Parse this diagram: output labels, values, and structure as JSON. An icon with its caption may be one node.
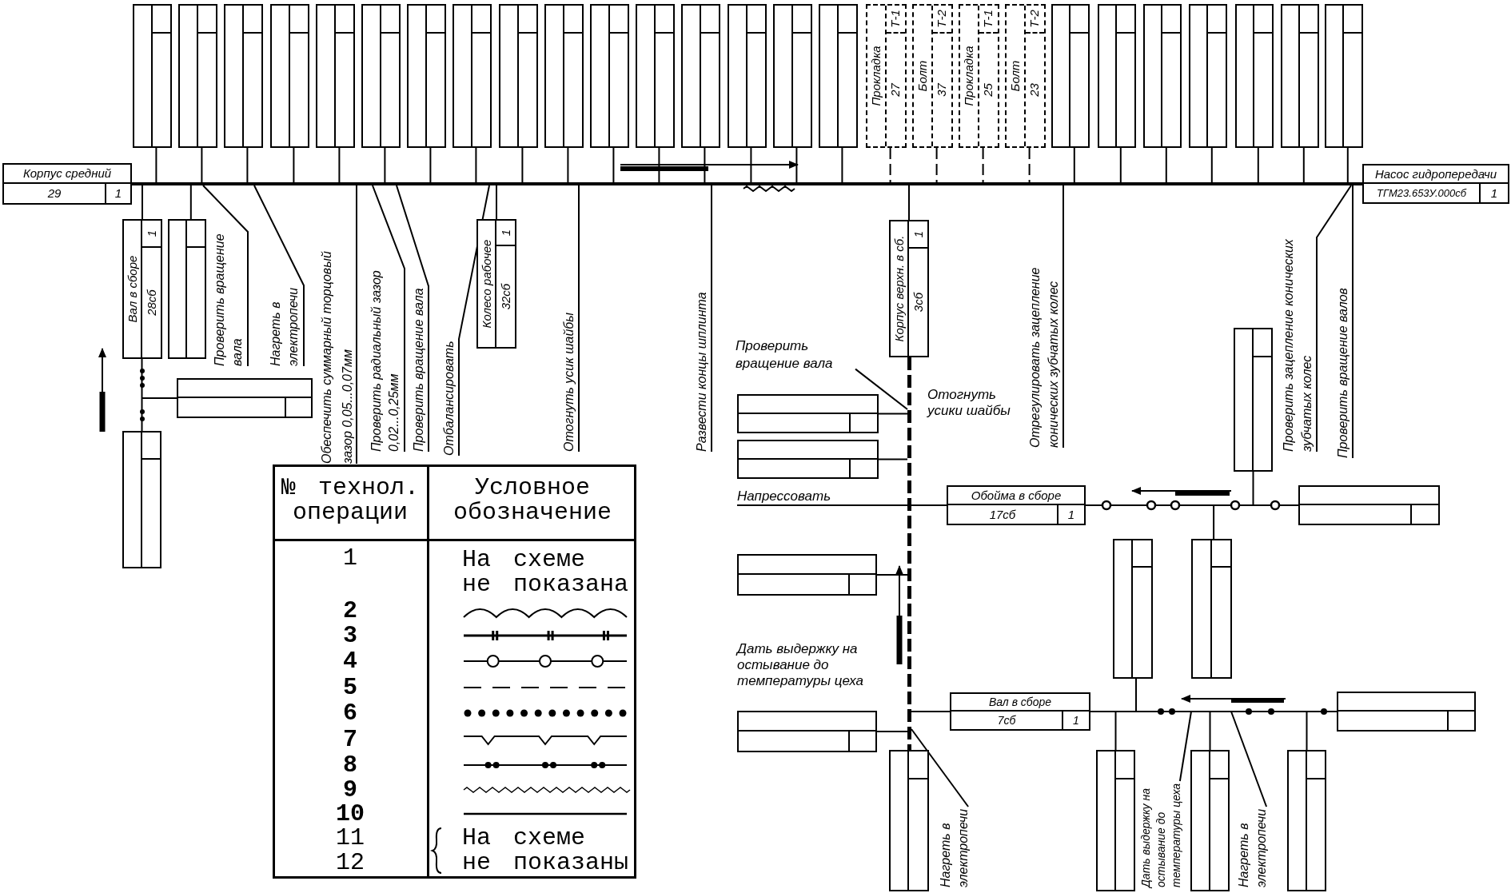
{
  "diagram": {
    "nodes": [
      {
        "text": [
          "Корпус средний",
          "29",
          "1"
        ]
      },
      {
        "text": [],
        "shape": "box"
      },
      {
        "text": [],
        "shape": "box"
      },
      {
        "text": [],
        "shape": "box"
      },
      {
        "text": [],
        "shape": "box"
      },
      {
        "text": [],
        "shape": "box"
      },
      {
        "text": [],
        "shape": "box"
      },
      {
        "text": [],
        "shape": "box"
      },
      {
        "text": [],
        "shape": "box"
      },
      {
        "text": [],
        "shape": "box"
      },
      {
        "text": [],
        "shape": "box"
      },
      {
        "text": [],
        "shape": "box"
      },
      {
        "text": [],
        "shape": "box"
      },
      {
        "text": [],
        "shape": "box"
      },
      {
        "text": [],
        "shape": "box"
      },
      {
        "text": [],
        "shape": "box"
      },
      {
        "text": [],
        "shape": "box"
      },
      {
        "text": [
          "Прокладка",
          "27",
          "Т-1"
        ]
      },
      {
        "text": [
          "Болт",
          "37",
          "Т-2"
        ]
      },
      {
        "text": [
          "Прокладка",
          "25",
          "Т-1"
        ]
      },
      {
        "text": [
          "Болт",
          "23",
          "Т-2"
        ]
      },
      {
        "text": [],
        "shape": "box"
      },
      {
        "text": [],
        "shape": "box"
      },
      {
        "text": [],
        "shape": "box"
      },
      {
        "text": [],
        "shape": "box"
      },
      {
        "text": [],
        "shape": "box"
      },
      {
        "text": [],
        "shape": "box"
      },
      {
        "text": [],
        "shape": "box"
      },
      {
        "text": [
          "Насос гидропередачи",
          "ТГМ23.653У.000сб",
          "1"
        ]
      },
      {
        "text": [
          "Вал в сборе",
          "28сб",
          "1"
        ]
      },
      {
        "text": [],
        "shape": "box"
      },
      {
        "text": [
          "Проверить вращение вала"
        ]
      },
      {
        "text": [
          "Нагреть в электропечи"
        ]
      },
      {
        "text": [
          "Обеспечить суммарный торцовый зазор 0,05...0,07мм"
        ]
      },
      {
        "text": [
          "Проверить радиальный зазор 0,02...0,25мм"
        ]
      },
      {
        "text": [
          "Проверить вращение вала"
        ]
      },
      {
        "text": [
          "Отбалансировать"
        ]
      },
      {
        "text": [
          "Колесо рабочее",
          "32сб",
          "1"
        ]
      },
      {
        "text": [
          "Отогнуть усик шайбы"
        ]
      },
      {
        "text": [
          "Развести концы шплинта"
        ]
      },
      {
        "text": [
          "Корпус верхн. в сб.",
          "3сб",
          "1"
        ]
      },
      {
        "text": [
          "Отрегулировать зацепление конических зубчатых колес"
        ]
      },
      {
        "text": [
          "Проверить зацепление конических зубчатых колес"
        ]
      },
      {
        "text": [
          "Проверить вращение валов"
        ]
      },
      {
        "text": [],
        "shape": "box"
      },
      {
        "text": [],
        "shape": "box"
      },
      {
        "text": [
          "Проверить вращение вала"
        ]
      },
      {
        "text": [],
        "shape": "box"
      },
      {
        "text": [],
        "shape": "box"
      },
      {
        "text": [],
        "shape": "box"
      },
      {
        "text": [
          "Обойма в сборе",
          "17сб",
          "1"
        ]
      },
      {
        "text": [],
        "shape": "box"
      },
      {
        "text": [],
        "shape": "box"
      },
      {
        "text": [],
        "shape": "box"
      },
      {
        "text": [],
        "shape": "box"
      },
      {
        "text": [
          "Вал в сборе",
          "7сб",
          "1"
        ]
      },
      {
        "text": [],
        "shape": "box"
      },
      {
        "text": [],
        "shape": "box"
      },
      {
        "text": [],
        "shape": "box"
      },
      {
        "text": [
          "Нагреть в электропечи"
        ]
      },
      {
        "text": [],
        "shape": "box"
      },
      {
        "text": [
          "Дать выдержку на остывание до температуры цеха"
        ]
      },
      {
        "text": [],
        "shape": "box"
      },
      {
        "text": [
          "Нагреть в электропечи"
        ]
      },
      {
        "text": [],
        "shape": "box"
      },
      {
        "text": [],
        "shape": "bar"
      },
      {
        "text": [],
        "shape": "bar"
      },
      {
        "text": [
          "Напрессовать"
        ]
      }
    ],
    "edges": [
      {
        "from": 1,
        "to": 65,
        "arrow": "none"
      },
      {
        "from": 2,
        "to": 65,
        "arrow": "none"
      },
      {
        "from": 3,
        "to": 65,
        "arrow": "none"
      },
      {
        "from": 4,
        "to": 65,
        "arrow": "none"
      },
      {
        "from": 5,
        "to": 65,
        "arrow": "none"
      },
      {
        "from": 6,
        "to": 65,
        "arrow": "none"
      },
      {
        "from": 7,
        "to": 65,
        "arrow": "none"
      },
      {
        "from": 8,
        "to": 65,
        "arrow": "none"
      },
      {
        "from": 9,
        "to": 65,
        "arrow": "none"
      },
      {
        "from": 10,
        "to": 65,
        "arrow": "none"
      },
      {
        "from": 11,
        "to": 65,
        "arrow": "none"
      },
      {
        "from": 12,
        "to": 65,
        "arrow": "none"
      },
      {
        "from": 13,
        "to": 65,
        "arrow": "none"
      },
      {
        "from": 14,
        "to": 65,
        "arrow": "none"
      },
      {
        "from": 15,
        "to": 65,
        "arrow": "none"
      },
      {
        "from": 16,
        "to": 65,
        "arrow": "none"
      },
      {
        "from": 17,
        "to": 65,
        "arrow": "none",
        "style": "dashed"
      },
      {
        "from": 18,
        "to": 65,
        "arrow": "none",
        "style": "dashed"
      },
      {
        "from": 19,
        "to": 65,
        "arrow": "none",
        "style": "dashed"
      },
      {
        "from": 20,
        "to": 65,
        "arrow": "none",
        "style": "dashed"
      },
      {
        "from": 21,
        "to": 65,
        "arrow": "none"
      },
      {
        "from": 22,
        "to": 65,
        "arrow": "none"
      },
      {
        "from": 23,
        "to": 65,
        "arrow": "none"
      },
      {
        "from": 24,
        "to": 65,
        "arrow": "none"
      },
      {
        "from": 25,
        "to": 65,
        "arrow": "none"
      },
      {
        "from": 26,
        "to": 65,
        "arrow": "none"
      },
      {
        "from": 27,
        "to": 65,
        "arrow": "none"
      },
      {
        "from": 29,
        "to": 65,
        "arrow": "none"
      },
      {
        "from": 45,
        "to": 29,
        "arrow": "none"
      },
      {
        "from": 44,
        "to": null,
        "arrow": "none"
      },
      {
        "from": 30,
        "to": 65,
        "arrow": "none"
      },
      {
        "from": 31,
        "to": 65,
        "arrow": "none"
      },
      {
        "from": 32,
        "to": 65,
        "arrow": "none"
      },
      {
        "from": 33,
        "to": 65,
        "arrow": "none"
      },
      {
        "from": 34,
        "to": 65,
        "arrow": "none"
      },
      {
        "from": 35,
        "to": 65,
        "arrow": "none"
      },
      {
        "from": 36,
        "to": 65,
        "arrow": "none"
      },
      {
        "from": 37,
        "to": 65,
        "arrow": "none"
      },
      {
        "from": 38,
        "to": 65,
        "arrow": "none"
      },
      {
        "from": 39,
        "to": 65,
        "arrow": "none"
      },
      {
        "from": 40,
        "to": 65,
        "arrow": "none"
      },
      {
        "from": 41,
        "to": 65,
        "arrow": "none"
      },
      {
        "from": 42,
        "to": 65,
        "arrow": "none"
      },
      {
        "from": 43,
        "to": 65,
        "arrow": "none"
      },
      {
        "from": 46,
        "to": 66,
        "arrow": "none"
      },
      {
        "from": 47,
        "to": 66,
        "arrow": "none"
      },
      {
        "from": 48,
        "to": 66,
        "arrow": "none"
      },
      {
        "from": 49,
        "to": null,
        "arrow": "none"
      },
      {
        "from": 51,
        "to": 50,
        "arrow": "none"
      },
      {
        "from": 50,
        "to": 66,
        "arrow": "none"
      },
      {
        "from": 52,
        "to": null,
        "arrow": "none"
      },
      {
        "from": 53,
        "to": null,
        "arrow": "none"
      },
      {
        "from": 54,
        "to": 66,
        "arrow": "none"
      },
      {
        "from": 56,
        "to": 55,
        "arrow": "none"
      },
      {
        "from": 55,
        "to": 66,
        "arrow": "none"
      },
      {
        "from": 57,
        "to": 66,
        "arrow": "none"
      },
      {
        "from": 59,
        "to": 66,
        "arrow": "none"
      },
      {
        "from": 60,
        "to": null,
        "arrow": "none"
      },
      {
        "from": 61,
        "to": null,
        "arrow": "none"
      },
      {
        "from": 62,
        "to": null,
        "arrow": "none"
      },
      {
        "from": 63,
        "to": null,
        "arrow": "none"
      },
      {
        "from": 64,
        "to": null,
        "arrow": "none"
      },
      {
        "from": 67,
        "to": 66,
        "arrow": "none"
      }
    ],
    "labels": [
      "Отогнуть усики шайбы",
      "Дать выдержку на остывание до температуры цеха",
      "№ технол. операции",
      "Условное обозначение",
      "1",
      "На схеме не показана",
      "11",
      "12",
      "На схеме не показаны"
    ],
    "legend": [
      {
        "text": "2"
      },
      {
        "text": "3"
      },
      {
        "text": "4"
      },
      {
        "text": "5"
      },
      {
        "text": "6"
      },
      {
        "text": "7"
      },
      {
        "text": "8"
      },
      {
        "text": "9"
      },
      {
        "text": "10"
      }
    ]
  }
}
